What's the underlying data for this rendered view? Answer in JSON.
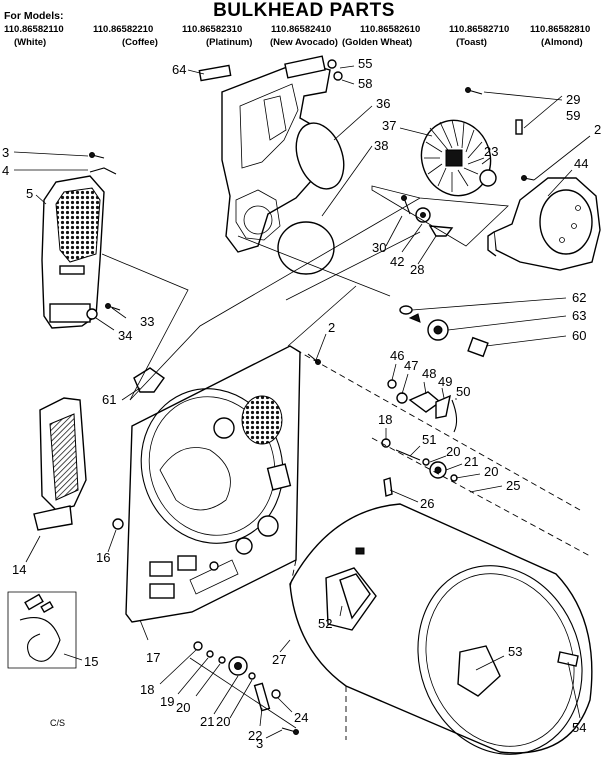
{
  "title": "BULKHEAD PARTS",
  "for_models": "For Models:",
  "models": [
    {
      "number": "110.86582110",
      "color": "(White)"
    },
    {
      "number": "110.86582210",
      "color": "(Coffee)"
    },
    {
      "number": "110.86582310",
      "color": "(Platinum)"
    },
    {
      "number": "110.86582410",
      "color": "(New Avocado)"
    },
    {
      "number": "110.86582610",
      "color": "(Golden Wheat)"
    },
    {
      "number": "110.86582710",
      "color": "(Toast)"
    },
    {
      "number": "110.86582810",
      "color": "(Almond)"
    }
  ],
  "footer_code": "C/S",
  "callouts": [
    "64",
    "55",
    "58",
    "36",
    "37",
    "38",
    "29",
    "59",
    "2",
    "23",
    "44",
    "3",
    "4",
    "5",
    "30",
    "42",
    "28",
    "33",
    "34",
    "62",
    "63",
    "60",
    "2",
    "46",
    "47",
    "48",
    "49",
    "50",
    "61",
    "18",
    "51",
    "20",
    "21",
    "20",
    "26",
    "25",
    "14",
    "16",
    "52",
    "53",
    "54",
    "15",
    "17",
    "27",
    "18",
    "19",
    "20",
    "21",
    "20",
    "22",
    "24",
    "3"
  ]
}
